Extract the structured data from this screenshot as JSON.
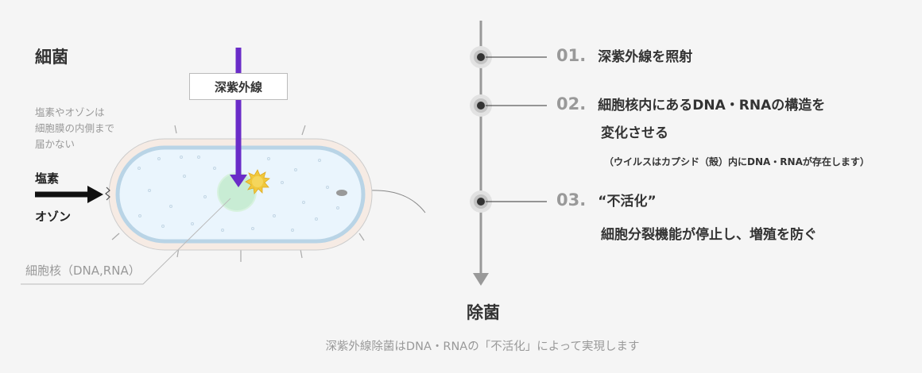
{
  "left": {
    "title": "細菌",
    "note_lines": [
      "塩素やオゾンは",
      "細胞膜の内側まで",
      "届かない"
    ],
    "chlorine": "塩素",
    "ozone": "オゾン",
    "uv_label": "深紫外線",
    "nucleus_label": "細胞核（DNA,RNA）"
  },
  "steps": [
    {
      "number": "01.",
      "lines": [
        "深紫外線を照射"
      ]
    },
    {
      "number": "02.",
      "lines": [
        "細胞核内にあるDNA・RNAの構造を",
        "変化させる"
      ],
      "note": "（ウイルスはカプシド（殻）内にDNA・RNAが存在します）"
    },
    {
      "number": "03.",
      "lines": [
        "“不活化”",
        "細胞分裂機能が停止し、増殖を防ぐ"
      ]
    }
  ],
  "result": "除菌",
  "footer": "深紫外線除菌はDNA・RNAの「不活化」によって実現します",
  "colors": {
    "uv_arrow": "#6a2cc8",
    "outer_wall": "#f6ebe4",
    "inner_cell": "#eaf5fd",
    "membrane": "#b9d4e6",
    "nucleus": "#c8ecd4",
    "virus": "#f0c83c",
    "timeline": "#999999"
  }
}
